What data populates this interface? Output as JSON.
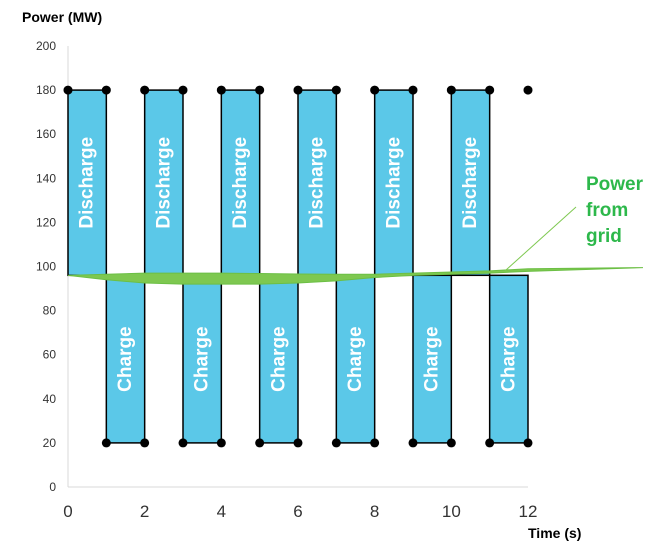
{
  "chart_data": {
    "type": "bar",
    "title": "",
    "xlabel": "Time (s)",
    "ylabel": "Power (MW)",
    "xlim": [
      0,
      12
    ],
    "ylim": [
      0,
      200
    ],
    "x_ticks": [
      "0",
      "2",
      "4",
      "6",
      "8",
      "10",
      "12"
    ],
    "y_ticks": [
      "0",
      "20",
      "40",
      "60",
      "80",
      "100",
      "120",
      "140",
      "160",
      "180",
      "200"
    ],
    "grid": false,
    "colors": {
      "bar": "#5bc8e8",
      "bar_edge": "#000000",
      "grid_line": "#6cc04a",
      "annotation": "#2db84b"
    },
    "series": [
      {
        "name": "Discharge",
        "bars": [
          {
            "x0": 0,
            "x1": 1,
            "y0": 96,
            "y1": 180
          },
          {
            "x0": 2,
            "x1": 3,
            "y0": 96,
            "y1": 180
          },
          {
            "x0": 4,
            "x1": 5,
            "y0": 96,
            "y1": 180
          },
          {
            "x0": 6,
            "x1": 7,
            "y0": 96,
            "y1": 180
          },
          {
            "x0": 8,
            "x1": 9,
            "y0": 96,
            "y1": 180
          },
          {
            "x0": 10,
            "x1": 11,
            "y0": 96,
            "y1": 180
          }
        ]
      },
      {
        "name": "Charge",
        "bars": [
          {
            "x0": 1,
            "x1": 2,
            "y0": 20,
            "y1": 96
          },
          {
            "x0": 3,
            "x1": 4,
            "y0": 20,
            "y1": 96
          },
          {
            "x0": 5,
            "x1": 6,
            "y0": 20,
            "y1": 96
          },
          {
            "x0": 7,
            "x1": 8,
            "y0": 20,
            "y1": 96
          },
          {
            "x0": 9,
            "x1": 10,
            "y0": 20,
            "y1": 96
          },
          {
            "x0": 11,
            "x1": 12,
            "y0": 20,
            "y1": 96
          }
        ]
      }
    ],
    "dots": [
      {
        "x": 0,
        "y": 180
      },
      {
        "x": 1,
        "y": 180
      },
      {
        "x": 2,
        "y": 180
      },
      {
        "x": 3,
        "y": 180
      },
      {
        "x": 4,
        "y": 180
      },
      {
        "x": 5,
        "y": 180
      },
      {
        "x": 6,
        "y": 180
      },
      {
        "x": 7,
        "y": 180
      },
      {
        "x": 8,
        "y": 180
      },
      {
        "x": 9,
        "y": 180
      },
      {
        "x": 10,
        "y": 180
      },
      {
        "x": 11,
        "y": 180
      },
      {
        "x": 12,
        "y": 180
      },
      {
        "x": 1,
        "y": 20
      },
      {
        "x": 2,
        "y": 20
      },
      {
        "x": 3,
        "y": 20
      },
      {
        "x": 4,
        "y": 20
      },
      {
        "x": 5,
        "y": 20
      },
      {
        "x": 6,
        "y": 20
      },
      {
        "x": 7,
        "y": 20
      },
      {
        "x": 8,
        "y": 20
      },
      {
        "x": 9,
        "y": 20
      },
      {
        "x": 10,
        "y": 20
      },
      {
        "x": 11,
        "y": 20
      },
      {
        "x": 12,
        "y": 20
      }
    ],
    "grid_band": {
      "name": "Power from grid",
      "x": [
        0,
        1,
        2,
        3,
        4,
        5,
        6,
        7,
        8,
        9,
        10,
        11,
        12,
        15
      ],
      "y_upper": [
        96,
        96.5,
        97,
        97,
        97,
        96.8,
        96.6,
        96.5,
        96.5,
        97,
        97.5,
        98,
        99,
        99.5
      ],
      "y_lower": [
        96,
        94,
        92.5,
        92,
        92,
        92,
        92.5,
        93.5,
        95,
        96,
        96.5,
        97,
        97.8,
        99.5
      ]
    },
    "annotations": [
      {
        "text_lines": [
          "Power",
          "from",
          "grid"
        ],
        "pointer_to": {
          "x": 11.4,
          "y": 98
        }
      }
    ]
  }
}
